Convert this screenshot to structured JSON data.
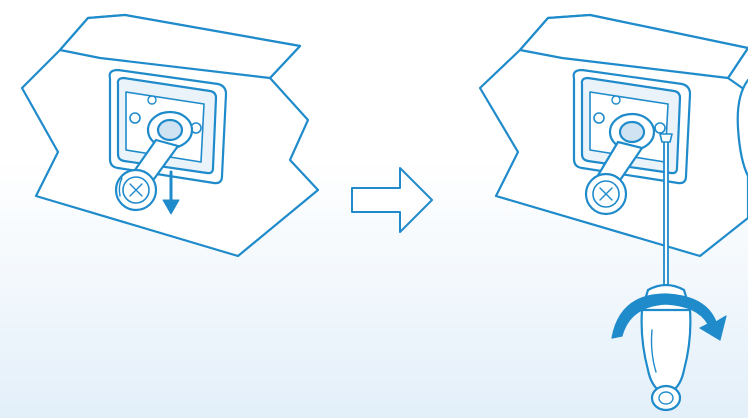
{
  "diagram": {
    "steps": [
      {
        "id": "step-1",
        "action": "pull-down",
        "icons": [
          "mount-plate-icon",
          "thumb-screw-icon",
          "down-arrow-icon"
        ]
      },
      {
        "id": "step-2",
        "action": "rotate-screwdriver",
        "icons": [
          "mount-plate-icon",
          "screwdriver-icon",
          "rotate-arrow-icon"
        ]
      }
    ],
    "transition_icon": "right-arrow-icon",
    "colors": {
      "line": "#1f8bcb",
      "fill": "#ffffff",
      "shadow_fill": "#cfe3f2",
      "background_bottom": "#e3eff9"
    }
  }
}
